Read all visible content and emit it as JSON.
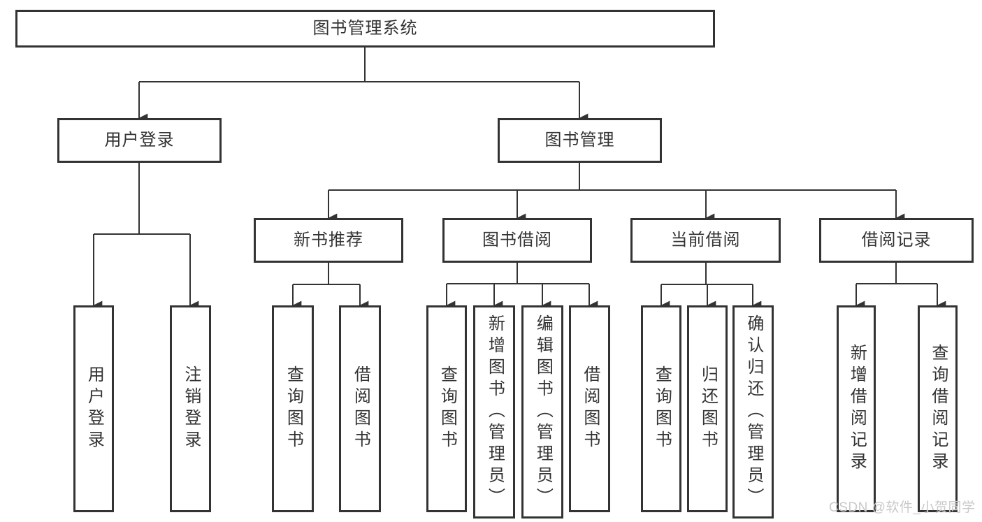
{
  "diagram": {
    "root": {
      "label": "图书管理系统"
    },
    "level2": [
      {
        "id": "user-login",
        "parent": "root",
        "label": "用户登录"
      },
      {
        "id": "book-management",
        "parent": "root",
        "label": "图书管理"
      }
    ],
    "level3": [
      {
        "id": "new-book-recommend",
        "parent": "book-management",
        "label": "新书推荐"
      },
      {
        "id": "book-borrow",
        "parent": "book-management",
        "label": "图书借阅"
      },
      {
        "id": "current-borrow",
        "parent": "book-management",
        "label": "当前借阅"
      },
      {
        "id": "borrow-records",
        "parent": "book-management",
        "label": "借阅记录"
      }
    ],
    "leaves": [
      {
        "parent": "user-login",
        "label": "用户登录"
      },
      {
        "parent": "user-login",
        "label": "注销登录"
      },
      {
        "parent": "new-book-recommend",
        "label": "查询图书"
      },
      {
        "parent": "new-book-recommend",
        "label": "借阅图书"
      },
      {
        "parent": "book-borrow",
        "label": "查询图书"
      },
      {
        "parent": "book-borrow",
        "label": "新增图书（管理员）"
      },
      {
        "parent": "book-borrow",
        "label": "编辑图书（管理员）"
      },
      {
        "parent": "book-borrow",
        "label": "借阅图书"
      },
      {
        "parent": "current-borrow",
        "label": "查询图书"
      },
      {
        "parent": "current-borrow",
        "label": "归还图书"
      },
      {
        "parent": "current-borrow",
        "label": "确认归还（管理员）"
      },
      {
        "parent": "borrow-records",
        "label": "新增借阅记录"
      },
      {
        "parent": "borrow-records",
        "label": "查询借阅记录"
      }
    ]
  },
  "watermark": {
    "text": "CSDN @软件_小贺同学"
  },
  "colors": {
    "line": "#333333",
    "text": "#333333",
    "background": "#ffffff",
    "watermark": "#c9c9c9"
  }
}
